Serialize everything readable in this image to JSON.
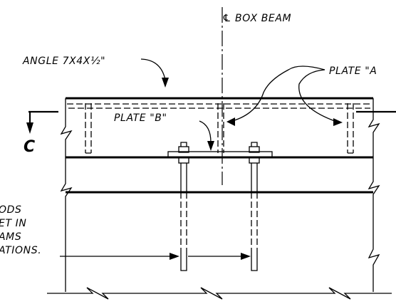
{
  "labels": {
    "centerline_symbol": "℄",
    "centerline": "BOX BEAM",
    "angle": "ANGLE 7X4X½\"",
    "plate_a": "PLATE \"A",
    "plate_b": "PLATE \"B\"",
    "section_cut": "C",
    "note_line_1": "ODS",
    "note_line_2": "ET IN",
    "note_line_3": "AMS",
    "note_line_4": "ATIONS."
  }
}
